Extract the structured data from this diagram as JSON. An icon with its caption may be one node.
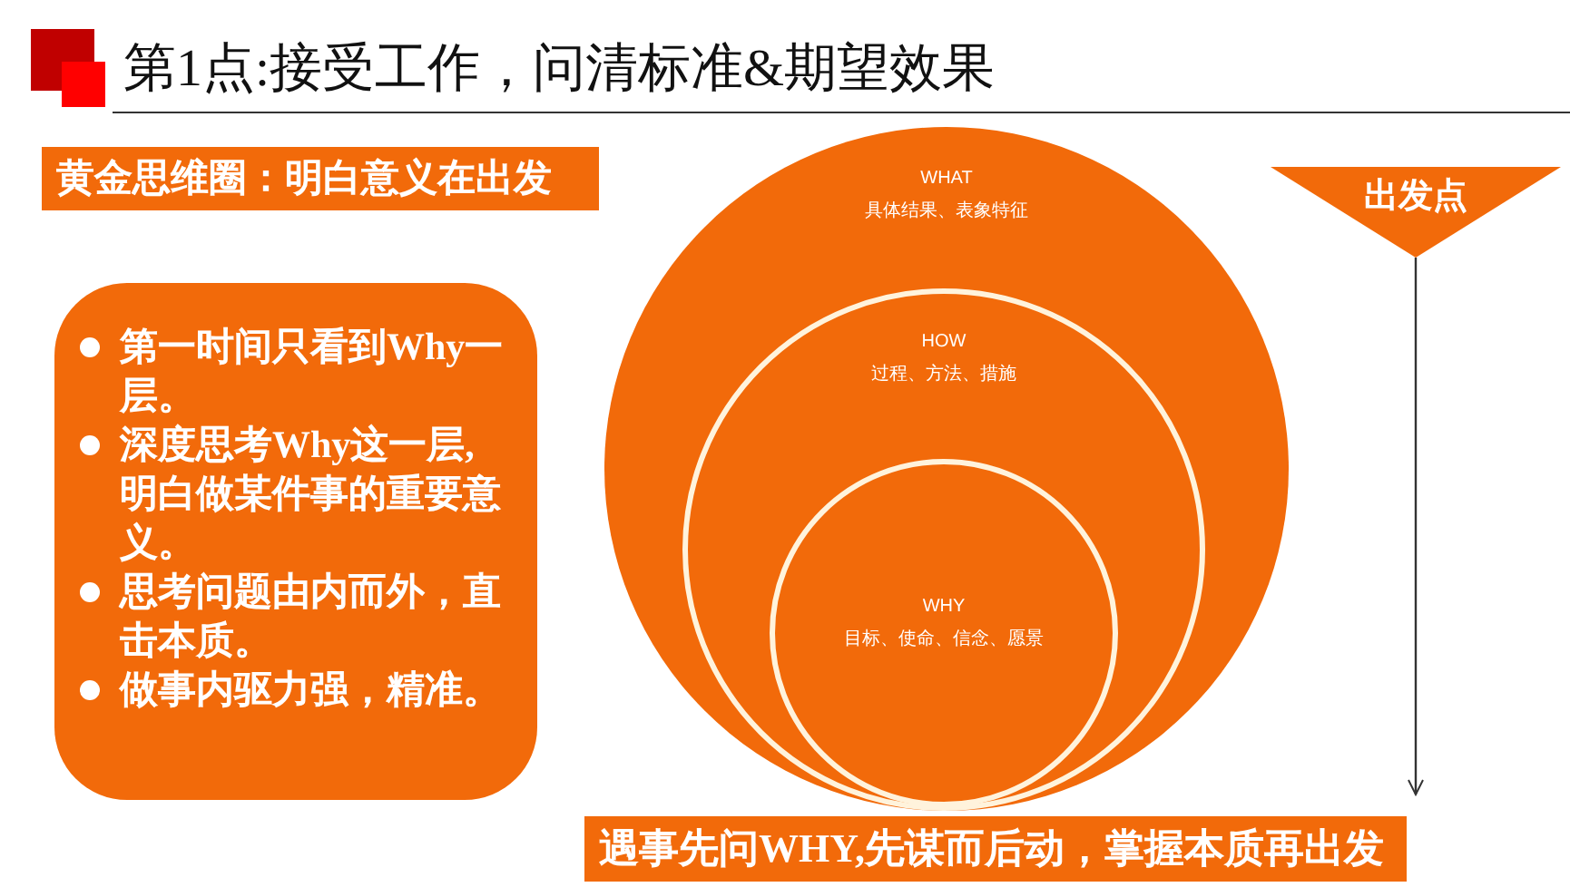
{
  "diagram": {
    "title": "第1点:接受工作，问清标准&期望效果",
    "nodes": [
      {
        "text": [
          "黄金思维圈：明白意义在出发"
        ]
      },
      {
        "text": [
          "第一时间只看到Why一层。",
          "深度思考Why这一层,明白做某件事的重要意义。",
          "思考问题由内而外，直击本质。",
          "做事内驱力强，精准。"
        ]
      },
      {
        "text": [
          "WHAT",
          "具体结果、表象特征"
        ]
      },
      {
        "text": [
          "HOW",
          "过程、方法、措施"
        ],
        "in": 2
      },
      {
        "text": [
          "WHY",
          "目标、使命、信念、愿景"
        ],
        "in": 3
      },
      {
        "text": [
          "出发点"
        ]
      },
      {
        "text": [
          "遇事先问WHY,先谋而后动，掌握本质再出发"
        ]
      }
    ],
    "edges": [
      {
        "from": 5,
        "to": 6,
        "arrow": "to"
      }
    ]
  }
}
